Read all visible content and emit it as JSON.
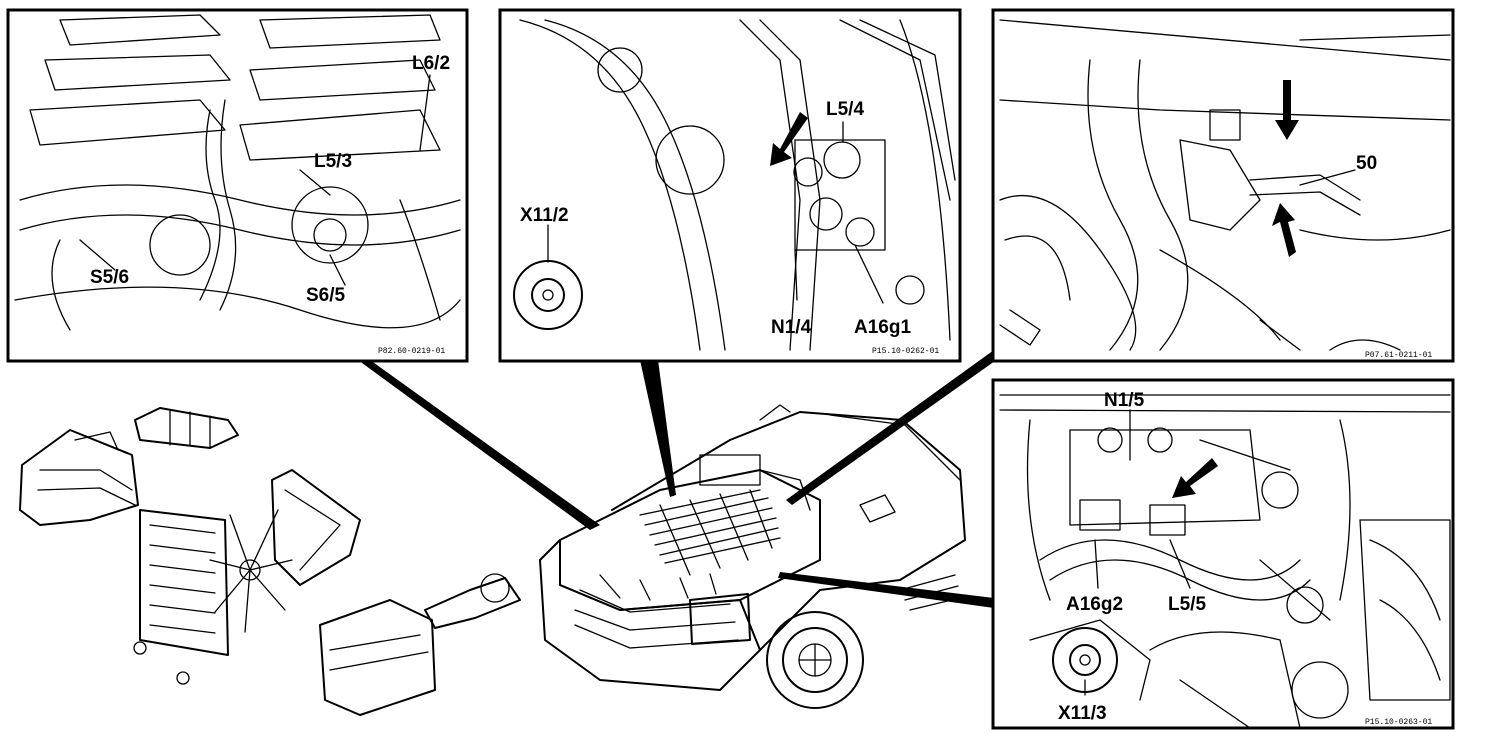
{
  "panels": {
    "top_left": {
      "labels": {
        "l62": "L6/2",
        "l53": "L5/3",
        "s56": "S5/6",
        "s65": "S6/5"
      },
      "ref": "P82.60-0219-01"
    },
    "top_middle": {
      "labels": {
        "l54": "L5/4",
        "x112": "X11/2",
        "n14": "N1/4",
        "a16g1": "A16g1"
      },
      "ref": "P15.10-0262-01"
    },
    "top_right": {
      "labels": {
        "s0": "50"
      },
      "ref": "P07.61-0211-01"
    },
    "bottom_right": {
      "labels": {
        "n15": "N1/5",
        "a16g2": "A16g2",
        "l55": "L5/5",
        "x113": "X11/3"
      },
      "ref": "P15.10-0263-01"
    }
  }
}
